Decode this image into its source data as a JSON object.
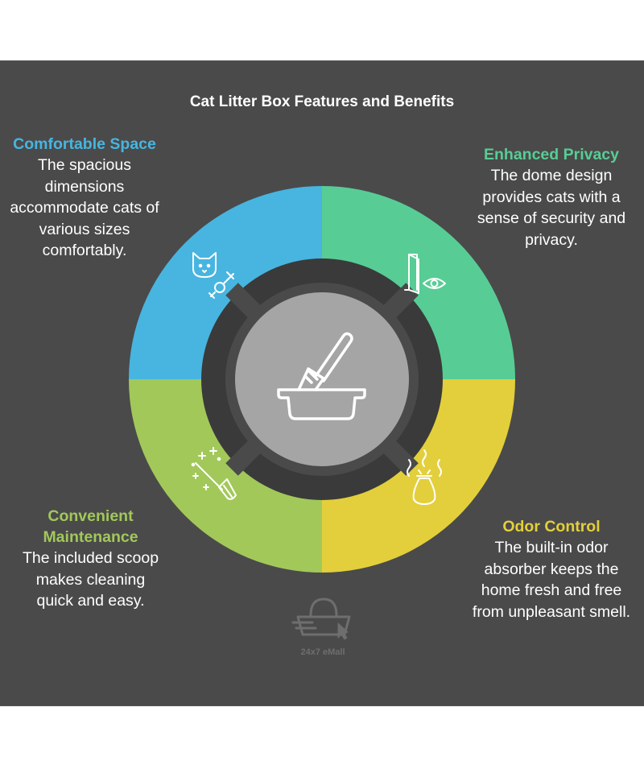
{
  "title": "Cat Litter Box Features and Benefits",
  "features": [
    {
      "heading": "Comfortable Space",
      "body": "The spacious dimensions accommodate cats of various sizes comfortably.",
      "color": "#47b5e0",
      "icon": "cat-face-with-female-symbol-icon"
    },
    {
      "heading": "Enhanced Privacy",
      "body": "The dome design provides cats with a sense of security and privacy.",
      "color": "#57cd95",
      "icon": "door-with-eye-icon"
    },
    {
      "heading": "Convenient Maintenance",
      "body": "The included scoop makes cleaning quick and easy.",
      "color": "#a2c85a",
      "icon": "sparkling-broom-icon"
    },
    {
      "heading": "Odor Control",
      "body": "The built-in odor absorber keeps the home fresh and free from unpleasant smell.",
      "color": "#e3cf3b",
      "icon": "smelly-bag-icon"
    }
  ],
  "center": {
    "icon": "litter-box-with-scoop-icon",
    "color": "#a5a5a5"
  },
  "watermark": {
    "text": "24x7 eMall",
    "icon": "shopping-basket-icon"
  },
  "colors": {
    "background": "#4a4a4a",
    "inner_ring": "#3a3a3a"
  }
}
